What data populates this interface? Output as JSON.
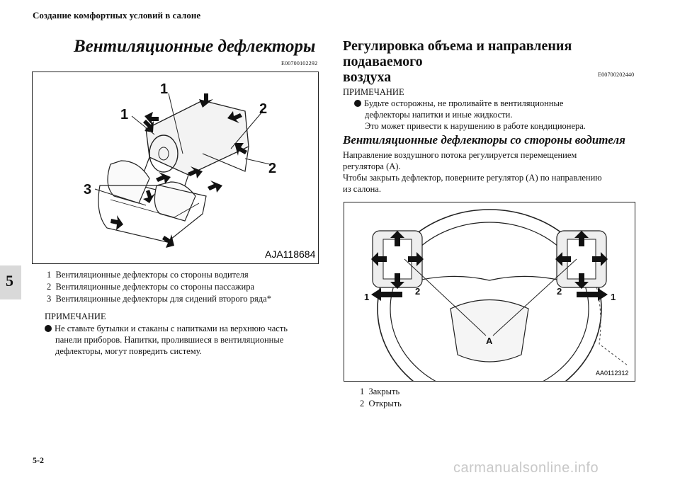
{
  "header": {
    "section_title": "Создание комфортных условий в салоне"
  },
  "chapter_tab": "5",
  "page_number": "5-2",
  "left": {
    "heading": "Вентиляционные дефлекторы",
    "code": "E00700102292",
    "figure": {
      "code": "AJA118684",
      "callouts": [
        "1",
        "1",
        "2",
        "2",
        "3"
      ]
    },
    "legend": [
      {
        "num": "1",
        "text": "Вентиляционные дефлекторы со стороны водителя"
      },
      {
        "num": "2",
        "text": "Вентиляционные дефлекторы со стороны пассажира"
      },
      {
        "num": "3",
        "text": "Вентиляционные дефлекторы для сидений второго ряда*"
      }
    ],
    "note_title": "ПРИМЕЧАНИЕ",
    "note_lines": [
      "Не ставьте бутылки и стаканы с напитками на верхнюю часть",
      "панели приборов. Напитки, пролившиеся в вентиляционные",
      "дефлекторы, могут повредить систему."
    ]
  },
  "right": {
    "heading_line1": "Регулировка объема и направления подаваемого",
    "heading_line2": "воздуха",
    "code": "E00700202440",
    "note_title": "ПРИМЕЧАНИЕ",
    "note_lines": [
      "Будьте осторожны, не проливайте в вентиляционные",
      "дефлекторы напитки и иные жидкости.",
      "Это может привести к нарушению в работе кондиционера."
    ],
    "subheading": "Вентиляционные дефлекторы со стороны водителя",
    "paragraph_lines": [
      "Направление воздушного потока регулируется перемещением",
      "регулятора (A).",
      "Чтобы закрыть дефлектор, поверните регулятор (A) по направлению",
      "из салона."
    ],
    "figure": {
      "code": "AA0112312",
      "labels": {
        "close": "1",
        "open": "2",
        "knob": "A"
      }
    },
    "legend": [
      {
        "num": "1",
        "text": "Закрыть"
      },
      {
        "num": "2",
        "text": "Открыть"
      }
    ]
  },
  "watermark": "carmanualsonline.info"
}
